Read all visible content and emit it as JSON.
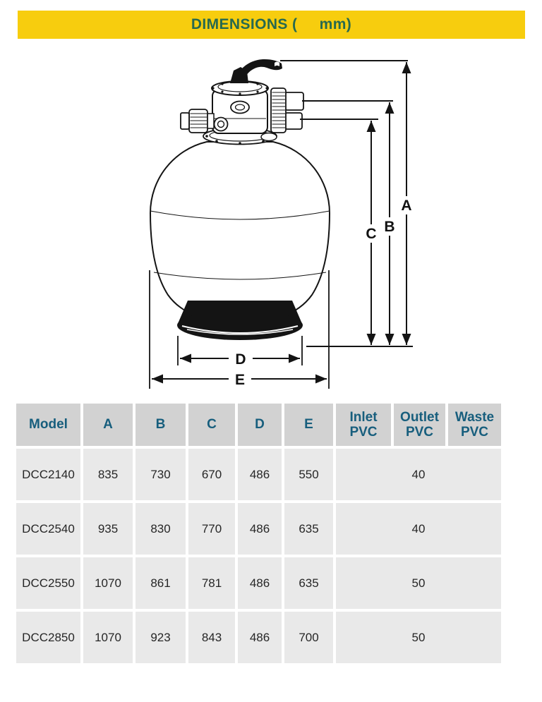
{
  "banner": {
    "title": "DIMENSIONS (     mm)"
  },
  "diagram": {
    "labels": {
      "a": "A",
      "b": "B",
      "c": "C",
      "d": "D",
      "e": "E"
    }
  },
  "table": {
    "headers": [
      "Model",
      "A",
      "B",
      "C",
      "D",
      "E",
      "Inlet PVC",
      "Outlet PVC",
      "Waste PVC"
    ],
    "rows": [
      {
        "model": "DCC2140",
        "a": "835",
        "b": "730",
        "c": "670",
        "d": "486",
        "e": "550",
        "pvc": "40"
      },
      {
        "model": "DCC2540",
        "a": "935",
        "b": "830",
        "c": "770",
        "d": "486",
        "e": "635",
        "pvc": "40"
      },
      {
        "model": "DCC2550",
        "a": "1070",
        "b": "861",
        "c": "781",
        "d": "486",
        "e": "635",
        "pvc": "50"
      },
      {
        "model": "DCC2850",
        "a": "1070",
        "b": "923",
        "c": "843",
        "d": "486",
        "e": "700",
        "pvc": "50"
      }
    ]
  },
  "colors": {
    "banner_bg": "#F7CD0E",
    "banner_text": "#27694F",
    "header_bg": "#D2D2D2",
    "header_text": "#175E7D",
    "row_bg": "#E9E9E9",
    "diagram_line": "#141414"
  }
}
